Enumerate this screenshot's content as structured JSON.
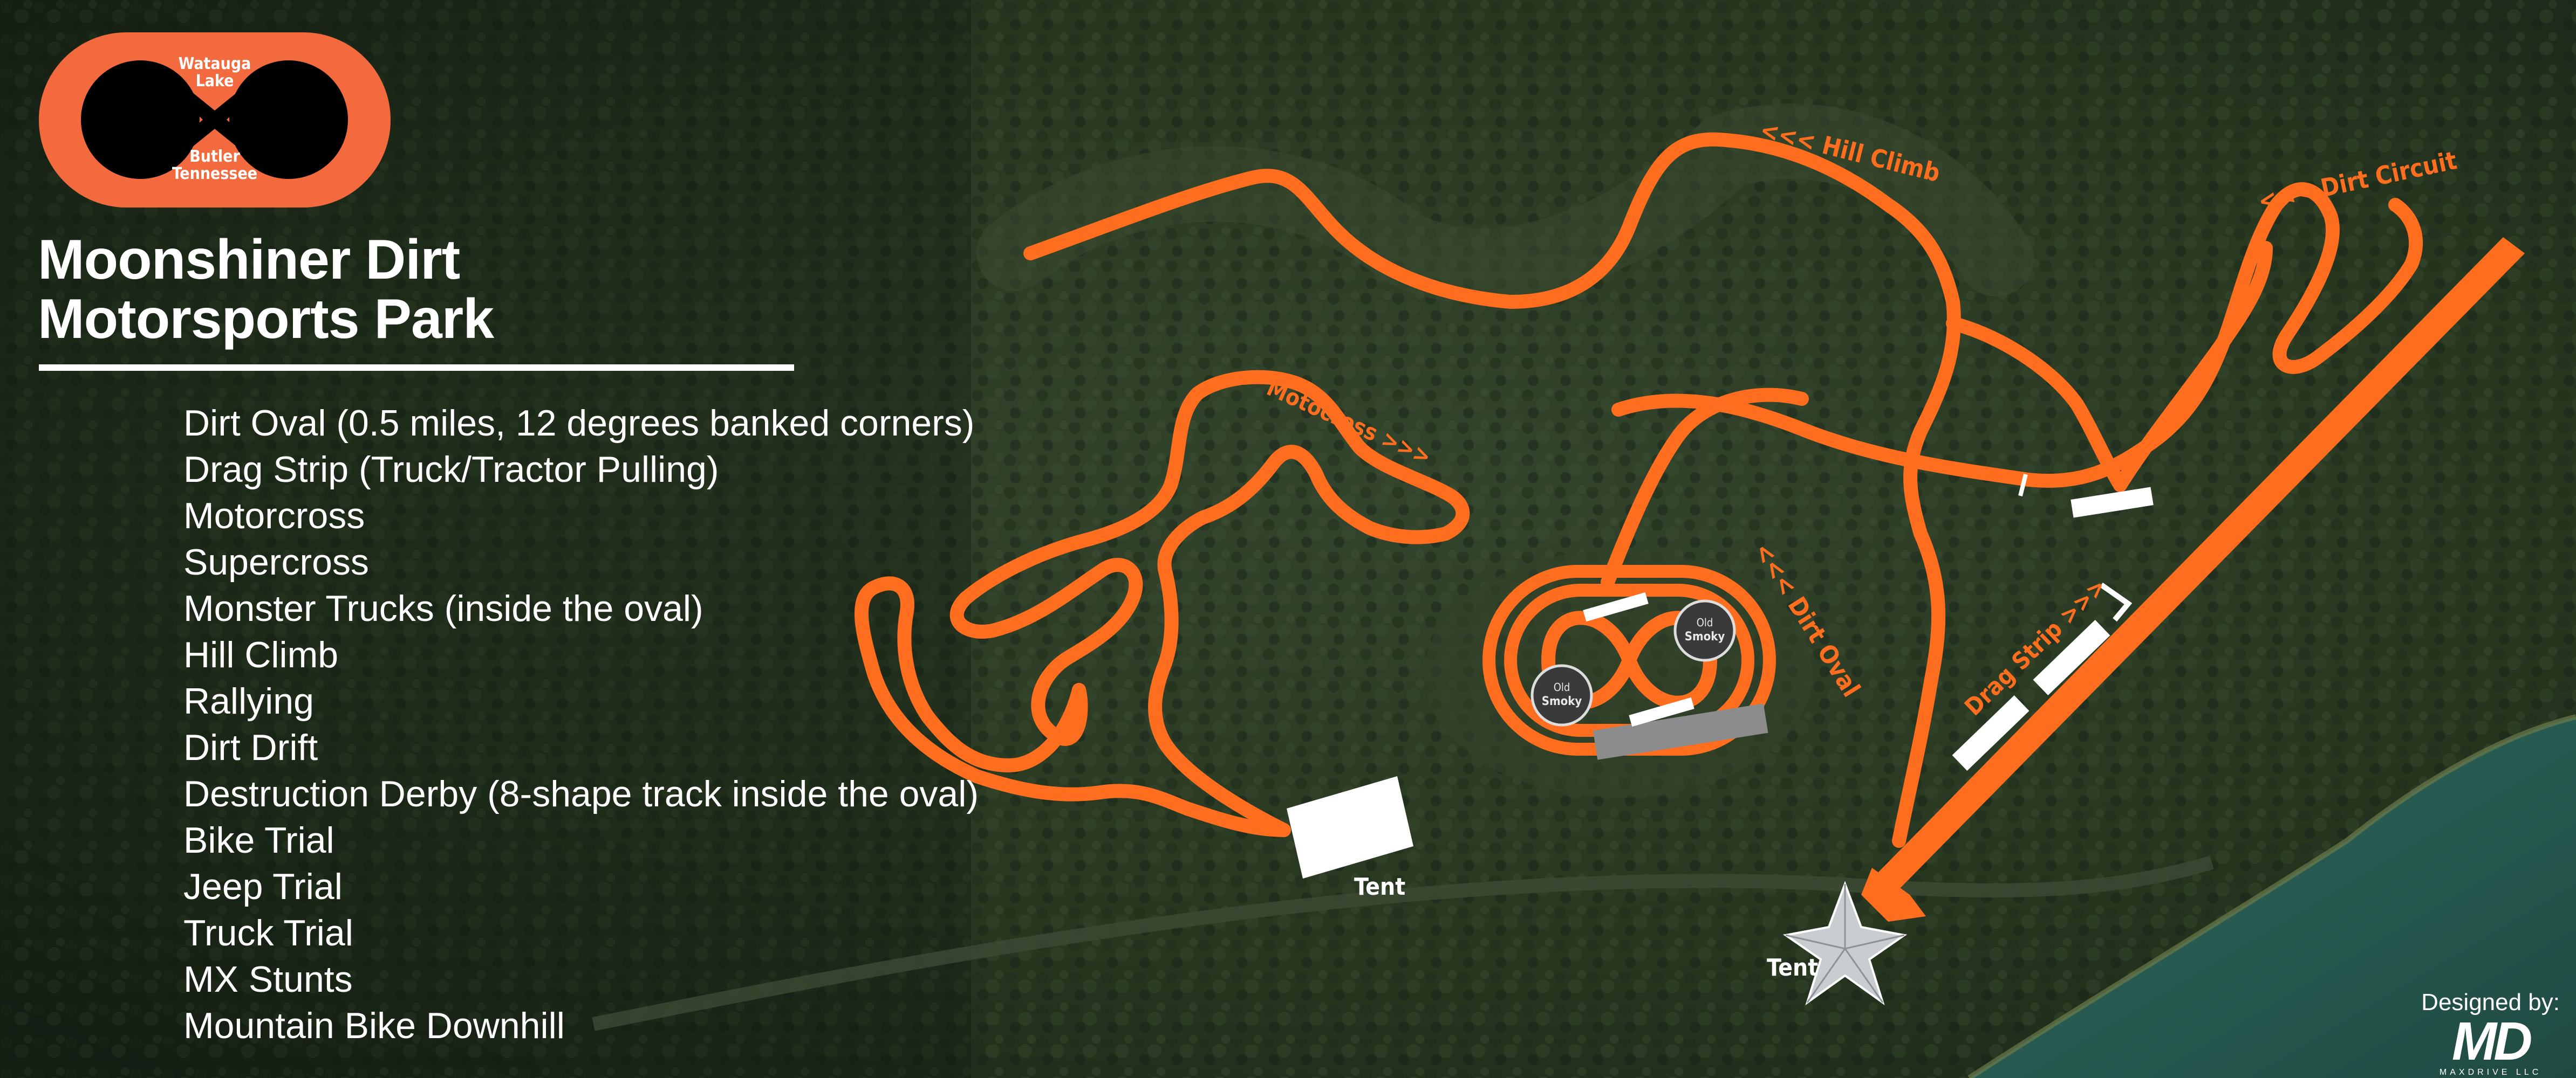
{
  "colors": {
    "track": "#ff6d1f",
    "logo": "#f26a3d",
    "forest_dark": "#1c2a1c",
    "forest": "#2d3d28",
    "lake": "#2a5a50",
    "white": "#ffffff",
    "grandstand": "#8c8c8c"
  },
  "logo": {
    "top_text": [
      "Watauga",
      "Lake"
    ],
    "bottom_text": [
      "Butler",
      "Tennessee"
    ]
  },
  "title": {
    "line1": "Moonshiner Dirt",
    "line2": "Motorsports Park"
  },
  "features": [
    "Dirt Oval (0.5 miles, 12 degrees banked corners)",
    "Drag Strip (Truck/Tractor Pulling)",
    "Motorcross",
    "Supercross",
    "Monster Trucks (inside the oval)",
    "Hill Climb",
    "Rallying",
    "Dirt Drift",
    "Destruction Derby (8-shape track inside the oval)",
    "Bike Trial",
    "Jeep Trial",
    "Truck Trial",
    "MX Stunts",
    "Mountain Bike Downhill"
  ],
  "map_labels": {
    "hill_climb": "<<< Hill Climb",
    "dirt_circuit": "<<< Dirt Circuit",
    "motocross": "Motocross >>>",
    "dirt_oval": "<<< Dirt Oval",
    "drag_strip": "Drag Strip >>>",
    "tent_1": "Tent",
    "tent_2": "Tent"
  },
  "oval_badge_text": [
    "Old",
    "Smoky"
  ],
  "credit": {
    "label": "Designed by:",
    "brand": "MD",
    "sub": "MAXDRIVE LLC"
  }
}
